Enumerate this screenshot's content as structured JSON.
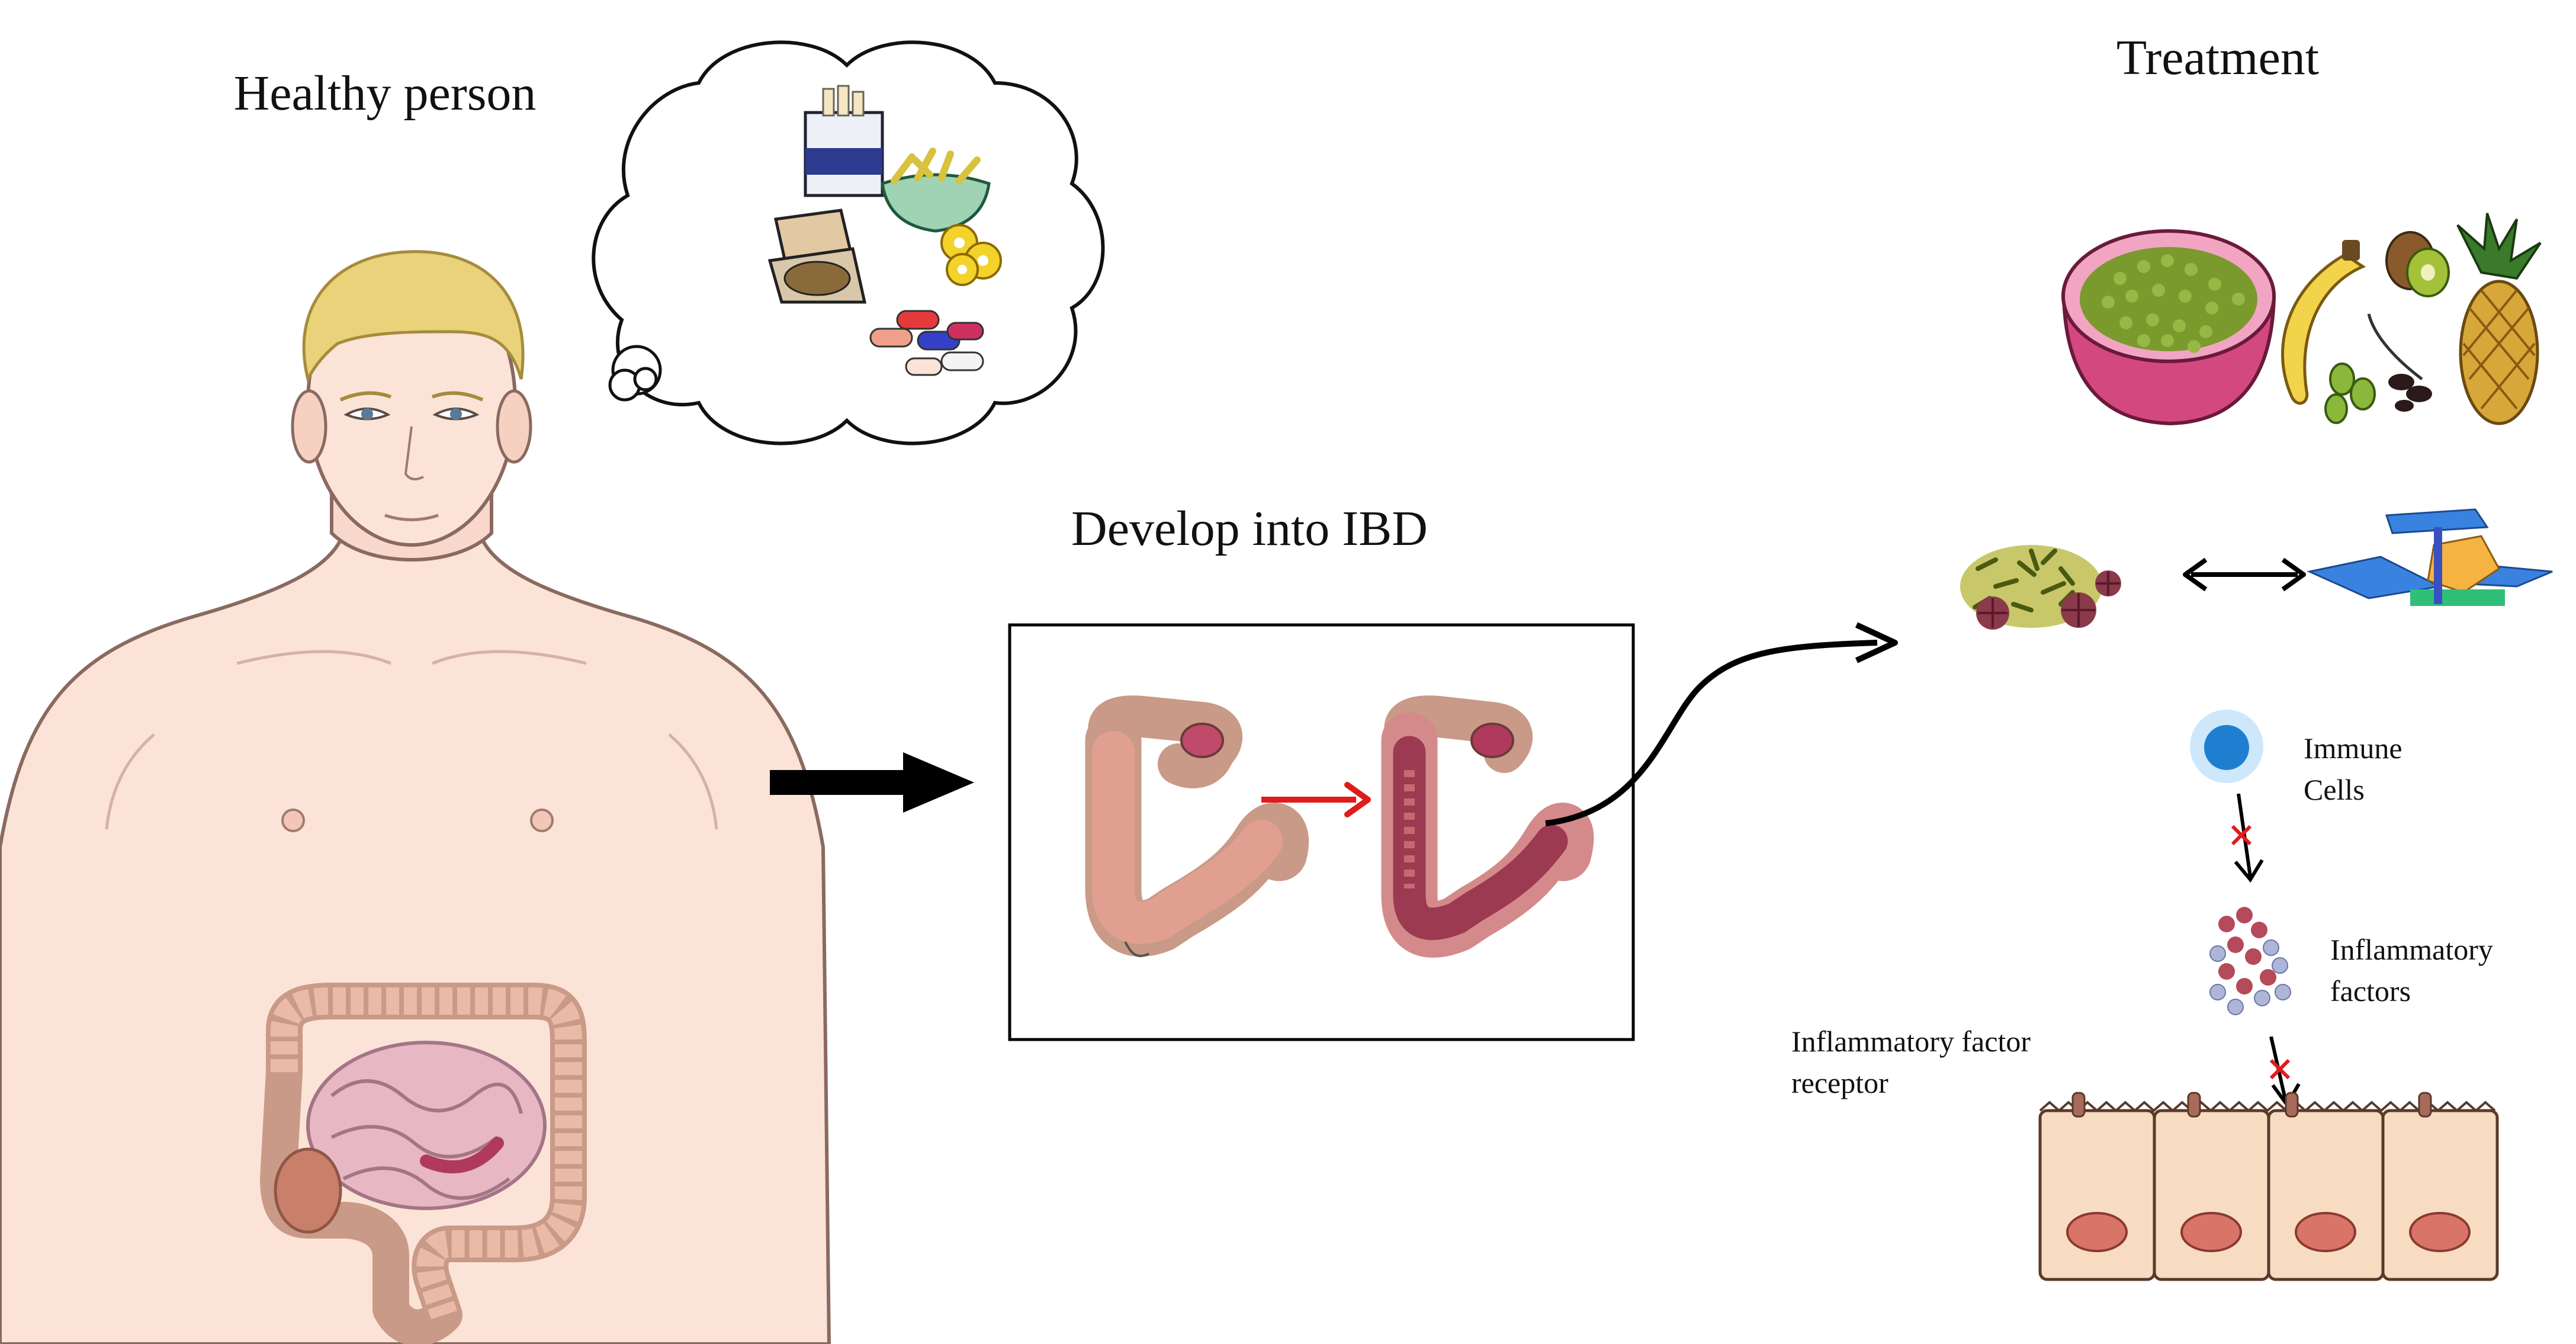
{
  "labels": {
    "healthy_person": "Healthy person",
    "develop_into_ibd": "Develop into IBD",
    "treatment": "Treatment",
    "immune_cells_line1": "Immune",
    "immune_cells_line2": "Cells",
    "inflammatory_factors_line1": "Inflammatory",
    "inflammatory_factors_line2": "factors",
    "receptor_line1": "Inflammatory factor",
    "receptor_line2": "receptor"
  },
  "colors": {
    "skin": "#fbe3d7",
    "skin_outline": "#8a6a60",
    "hair": "#e9d27a",
    "colon": "#e9bba7",
    "colon_inflamed": "#c46a72",
    "intestine": "#e7b7c4",
    "arrow_black": "#000000",
    "arrow_red": "#e01b1b",
    "bowl": "#d3487f",
    "peas": "#7a9a2e",
    "banana": "#f2d34a",
    "pineapple": "#d8a73a",
    "cell": "#f8dcc2",
    "nucleus": "#d97468",
    "immune_cell": "#1e7fd0",
    "x_mark": "#e01b1b"
  },
  "icons": [
    "thought-bubble-icon",
    "cigarette-pack-icon",
    "fries-bowl-icon",
    "takeaway-box-icon",
    "pineapple-rings-icon",
    "pills-icon",
    "colon-icon",
    "mung-bean-bowl-icon",
    "banana-icon",
    "kiwi-icon",
    "olive-icon",
    "pineapple-icon",
    "herb-icon",
    "protein-structure-icon",
    "immune-cell-icon",
    "epithelial-cell-icon"
  ]
}
